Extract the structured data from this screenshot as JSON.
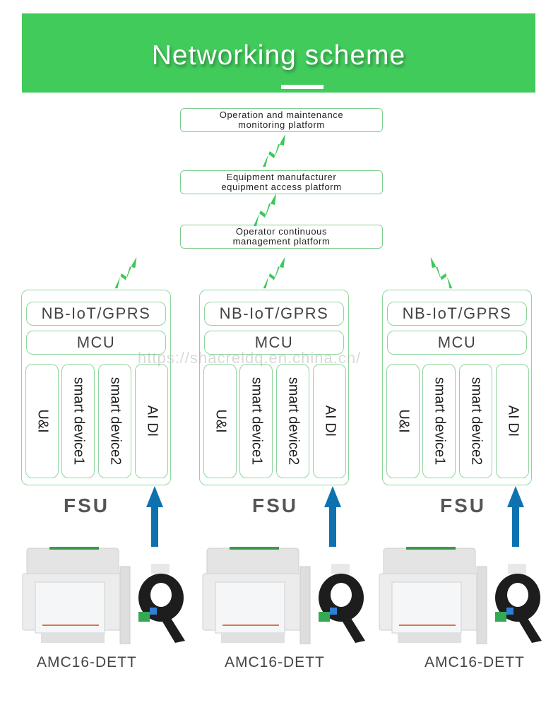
{
  "banner": {
    "title": "Networking scheme"
  },
  "platforms": [
    {
      "line1": "Operation and maintenance",
      "line2": "monitoring platform"
    },
    {
      "line1": "Equipment manufacturer",
      "line2": "equipment access platform"
    },
    {
      "line1": "Operator continuous",
      "line2": "management platform"
    }
  ],
  "fsu_units": [
    {
      "comm": "NB-IoT/GPRS",
      "mcu": "MCU",
      "modules": [
        "U&I",
        "smart device1",
        "smart device2",
        "AI  DI"
      ],
      "label": "FSU"
    },
    {
      "comm": "NB-IoT/GPRS",
      "mcu": "MCU",
      "modules": [
        "U&I",
        "smart device1",
        "smart device2",
        "AI  DI"
      ],
      "label": "FSU"
    },
    {
      "comm": "NB-IoT/GPRS",
      "mcu": "MCU",
      "modules": [
        "U&I",
        "smart device1",
        "smart device2",
        "AI  DI"
      ],
      "label": "FSU"
    }
  ],
  "devices": [
    {
      "model": "AMC16-DETT"
    },
    {
      "model": "AMC16-DETT"
    },
    {
      "model": "AMC16-DETT"
    }
  ],
  "watermark": "https://shacreldq.en.china.cn/",
  "colors": {
    "banner": "#41cb5b",
    "bolt": "#3dc85a",
    "arrow": "#0e72b0",
    "border": "#8fd69c"
  }
}
